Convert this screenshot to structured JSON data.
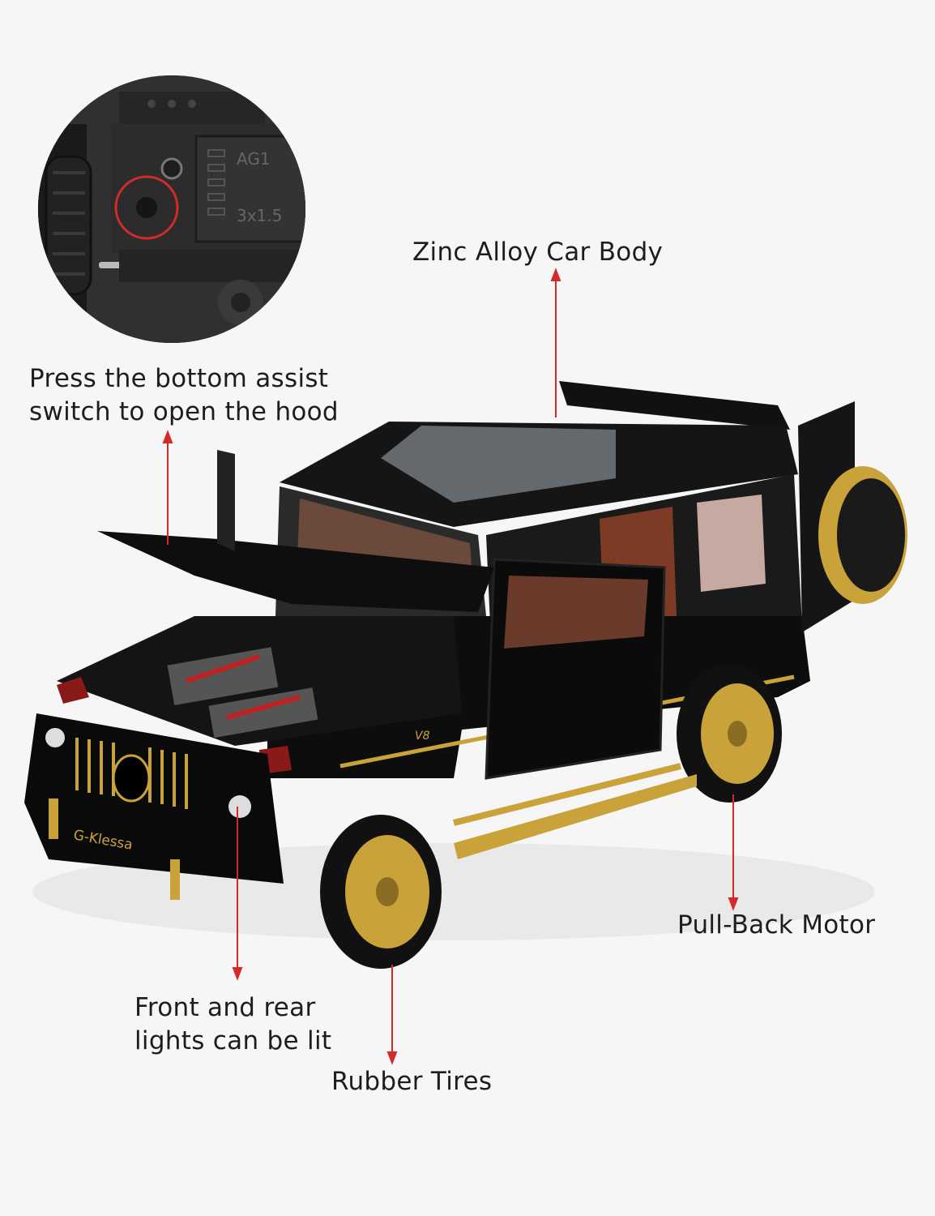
{
  "callouts": {
    "body": "Zinc Alloy Car Body",
    "hood_line1": "Press the bottom assist",
    "hood_line2": "switch to open the hood",
    "motor": "Pull-Back Motor",
    "lights_line1": "Front and rear",
    "lights_line2": "lights can be lit",
    "tires": "Rubber Tires"
  },
  "product": {
    "plate": "G-Klessa",
    "badge": "V8",
    "battery_markings": [
      "AG1",
      "3x1.5"
    ]
  },
  "colors": {
    "arrow": "#d42a2a",
    "body": "#0c0c0c",
    "gold": "#c9a23a",
    "interior": "#8a3e28",
    "background": "#f6f6f6"
  }
}
